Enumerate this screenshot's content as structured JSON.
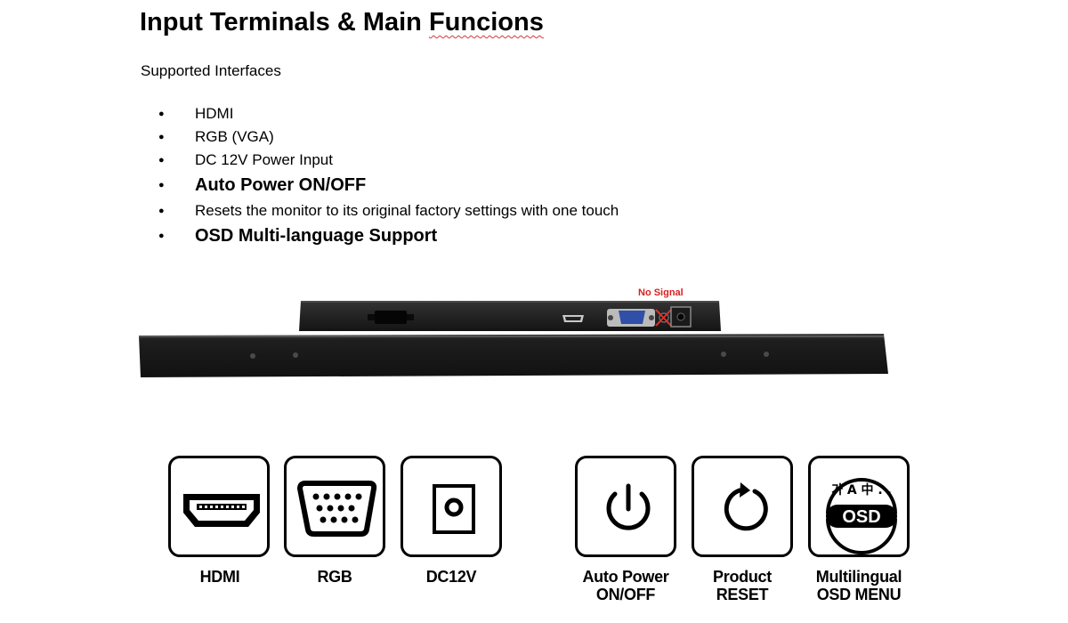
{
  "heading": {
    "prefix": "Input Terminals & Main ",
    "misspelled_word": "Funcions"
  },
  "subtitle": "Supported Interfaces",
  "bullets": [
    "HDMI",
    "RGB (VGA)",
    "DC 12V Power Input",
    "Auto Power ON/OFF",
    "Resets the monitor to its original factory settings with one touch",
    "OSD Multi-language Support"
  ],
  "monitor_callout": "No Signal",
  "features": [
    {
      "label_line1": "HDMI",
      "label_line2": "",
      "icon": "hdmi-port-icon"
    },
    {
      "label_line1": "RGB",
      "label_line2": "",
      "icon": "vga-port-icon"
    },
    {
      "label_line1": "DC12V",
      "label_line2": "",
      "icon": "dc-jack-icon"
    },
    {
      "label_line1": "Auto Power",
      "label_line2": "ON/OFF",
      "icon": "power-icon"
    },
    {
      "label_line1": "Product",
      "label_line2": "RESET",
      "icon": "reset-icon"
    },
    {
      "label_line1": "Multilingual",
      "label_line2": "OSD MENU",
      "icon": "osd-language-icon"
    }
  ],
  "osd_icon_text": "OSD",
  "osd_icon_glyphs": "가 A 中 . ."
}
